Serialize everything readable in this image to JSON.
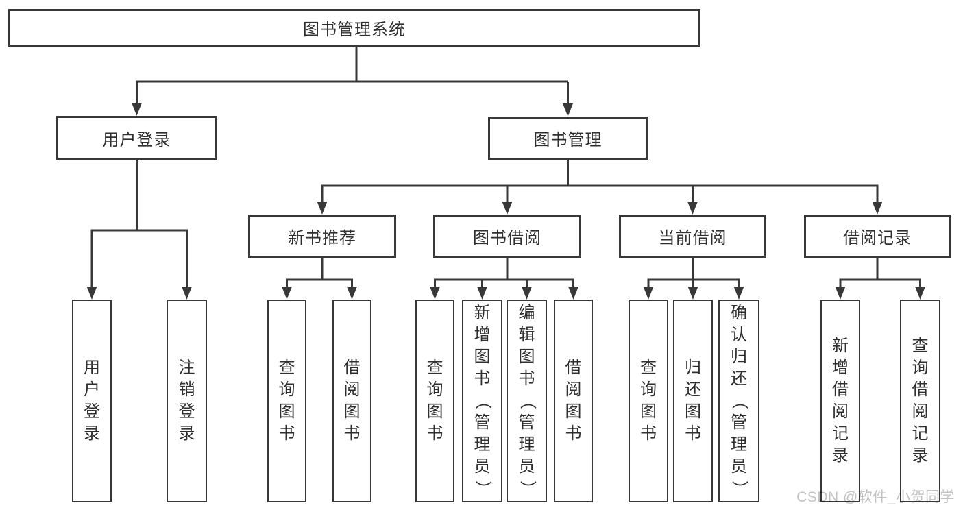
{
  "diagram": {
    "title": "图书管理系统",
    "root": {
      "label": "图书管理系统"
    },
    "user_login": {
      "label": "用户登录",
      "children": [
        "用户登录",
        "注销登录"
      ]
    },
    "book_mgmt": {
      "label": "图书管理"
    },
    "new_book": {
      "label": "新书推荐",
      "children": [
        "查询图书",
        "借阅图书"
      ]
    },
    "borrow": {
      "label": "图书借阅",
      "children": [
        "查询图书",
        "新增图书（管理员）",
        "编辑图书（管理员）",
        "借阅图书"
      ]
    },
    "current": {
      "label": "当前借阅",
      "children": [
        "查询图书",
        "归还图书",
        "确认归还（管理员）"
      ]
    },
    "records": {
      "label": "借阅记录",
      "children": [
        "新增借阅记录",
        "查询借阅记录"
      ]
    }
  },
  "watermark": {
    "text": "CSDN @软件_小贺同学"
  },
  "colors": {
    "line": "#383838",
    "text": "#2f2f2f",
    "watermark": "#c2c2c2",
    "background": "#ffffff"
  }
}
